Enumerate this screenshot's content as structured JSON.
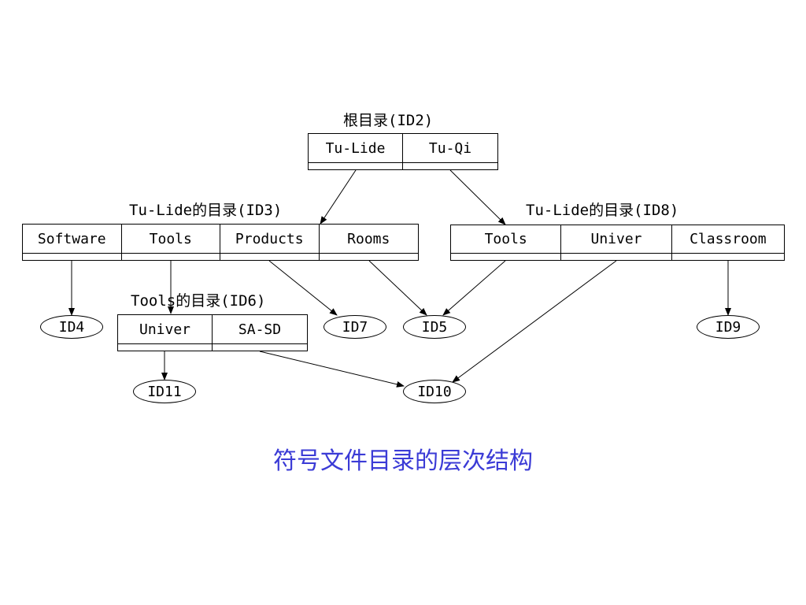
{
  "directories": {
    "root": {
      "title": "根目录(ID2)",
      "entries": [
        "Tu-Lide",
        "Tu-Qi"
      ]
    },
    "id3": {
      "title": "Tu-Lide的目录(ID3)",
      "entries": [
        "Software",
        "Tools",
        "Products",
        "Rooms"
      ]
    },
    "id8": {
      "title": "Tu-Lide的目录(ID8)",
      "entries": [
        "Tools",
        "Univer",
        "Classroom"
      ]
    },
    "id6": {
      "title": "Tools的目录(ID6)",
      "entries": [
        "Univer",
        "SA-SD"
      ]
    }
  },
  "nodes": {
    "id4": "ID4",
    "id7": "ID7",
    "id5": "ID5",
    "id9": "ID9",
    "id11": "ID11",
    "id10": "ID10"
  },
  "caption": "符号文件目录的层次结构"
}
